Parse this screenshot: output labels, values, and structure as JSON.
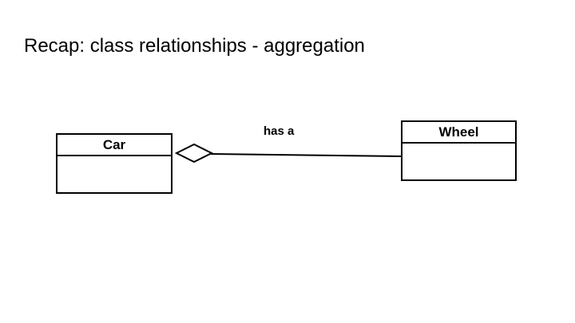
{
  "slide": {
    "title": "Recap: class relationships - aggregation",
    "background_color": "#ffffff",
    "ink_color": "#000000"
  },
  "diagram": {
    "kind": "uml-class-diagram",
    "relationship": "aggregation",
    "classes": [
      {
        "id": "car",
        "name": "Car",
        "attributes": [],
        "operations": []
      },
      {
        "id": "wheel",
        "name": "Wheel",
        "attributes": [],
        "operations": []
      }
    ],
    "association": {
      "label": "has a",
      "source": "Car",
      "target": "Wheel",
      "source_decoration": "hollow-diamond",
      "target_decoration": "none"
    }
  }
}
